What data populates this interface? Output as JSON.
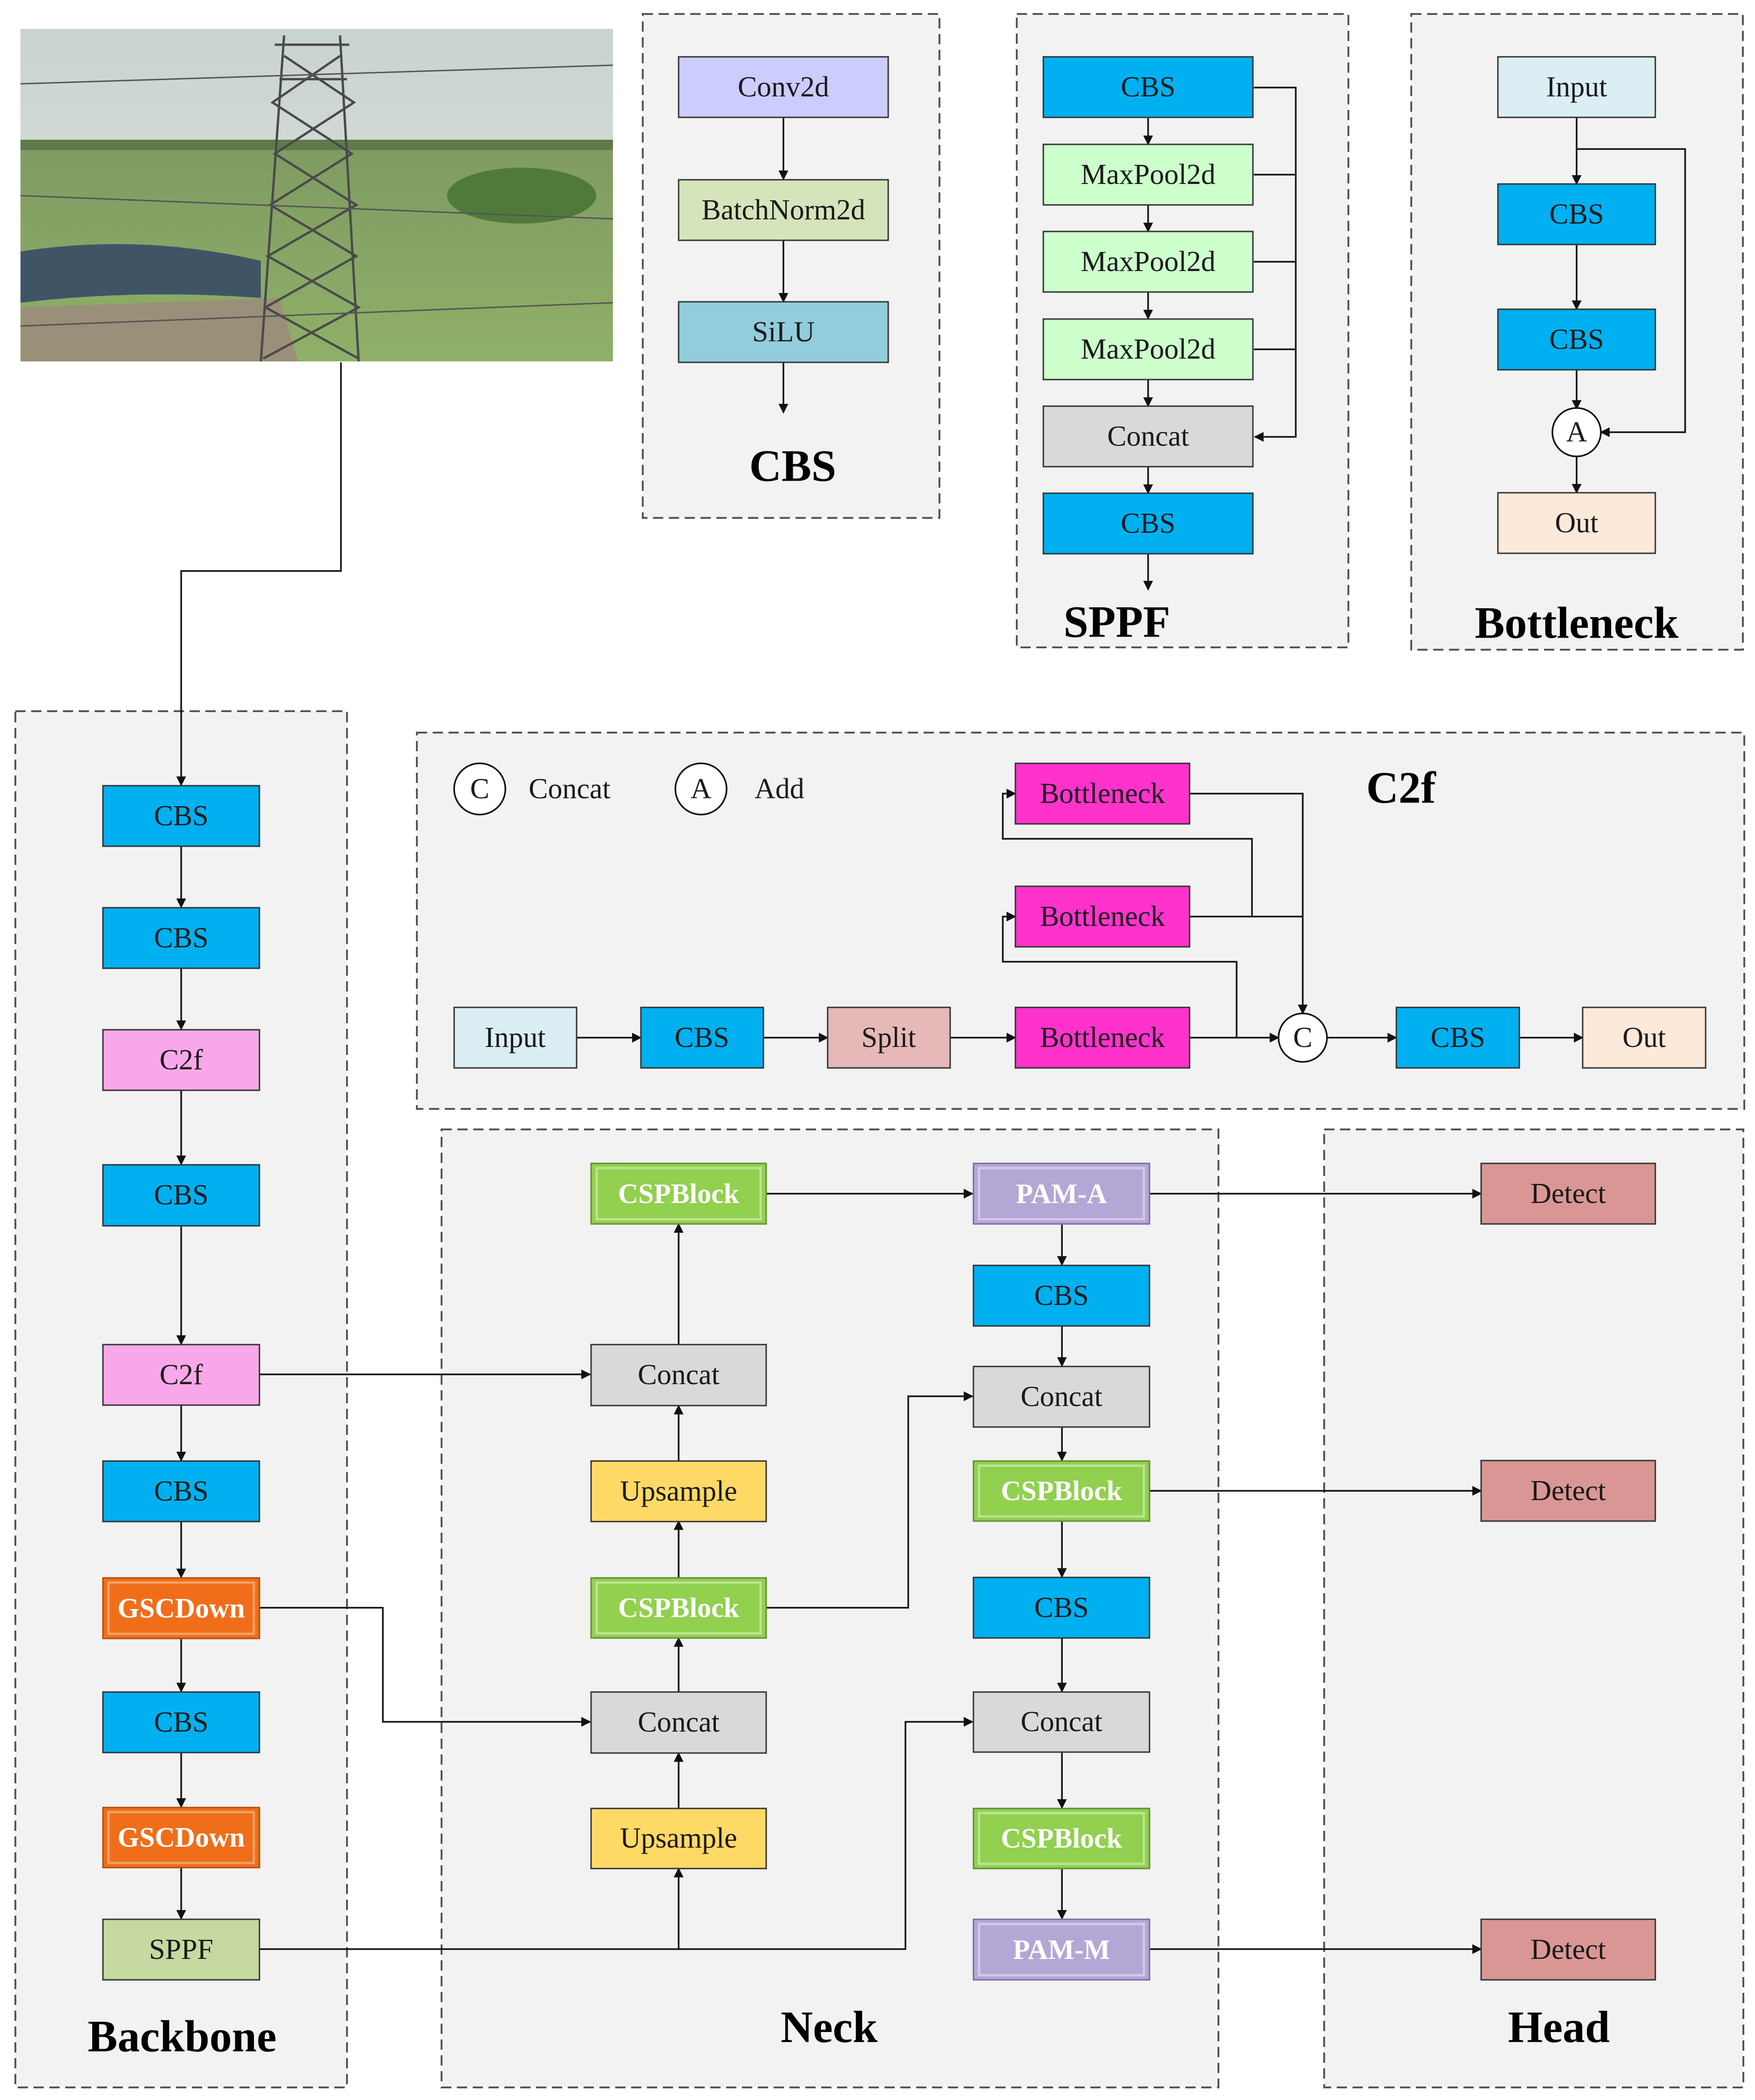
{
  "colors": {
    "cbs": "#00b0f0",
    "c2f": "#f8a8ea",
    "gscdown": "#f06e1a",
    "sppf": "#c5d9a0",
    "concat": "#d9d9d9",
    "upsample": "#ffd966",
    "cspblock": "#92d050",
    "pam": "#b4a7d6",
    "detect": "#da9694",
    "conv2d": "#ccccff",
    "batchnorm": "#d6e4bc",
    "silu": "#92cddc",
    "maxpool": "#ccffcc",
    "input": "#dbeef4",
    "out": "#fde9d9",
    "split": "#e6b9b8",
    "bottleneck": "#ff33cc"
  },
  "panels": {
    "cbs": {
      "title": "CBS",
      "blocks": [
        "Conv2d",
        "BatchNorm2d",
        "SiLU"
      ]
    },
    "sppf": {
      "title": "SPPF",
      "blocks": [
        "CBS",
        "MaxPool2d",
        "MaxPool2d",
        "MaxPool2d",
        "Concat",
        "CBS"
      ]
    },
    "bottleneck": {
      "title": "Bottleneck",
      "blocks": [
        "Input",
        "CBS",
        "CBS",
        "Out"
      ],
      "add_symbol": "A"
    },
    "c2f": {
      "title": "C2f",
      "legend": [
        {
          "symbol": "C",
          "label": "Concat"
        },
        {
          "symbol": "A",
          "label": "Add"
        }
      ],
      "main_row": [
        "Input",
        "CBS",
        "Split",
        "Bottleneck",
        "CBS",
        "Out"
      ],
      "stack": [
        "Bottleneck",
        "Bottleneck"
      ],
      "concat_symbol": "C"
    },
    "backbone": {
      "title": "Backbone",
      "blocks": [
        "CBS",
        "CBS",
        "C2f",
        "CBS",
        "C2f",
        "CBS",
        "GSCDown",
        "CBS",
        "GSCDown",
        "SPPF"
      ]
    },
    "neck": {
      "title": "Neck",
      "left_column": [
        "CSPBlock",
        "Concat",
        "Upsample",
        "CSPBlock",
        "Concat",
        "Upsample"
      ],
      "right_column": [
        "PAM-A",
        "CBS",
        "Concat",
        "CSPBlock",
        "CBS",
        "Concat",
        "CSPBlock",
        "PAM-M"
      ]
    },
    "head": {
      "title": "Head",
      "blocks": [
        "Detect",
        "Detect",
        "Detect"
      ]
    }
  }
}
